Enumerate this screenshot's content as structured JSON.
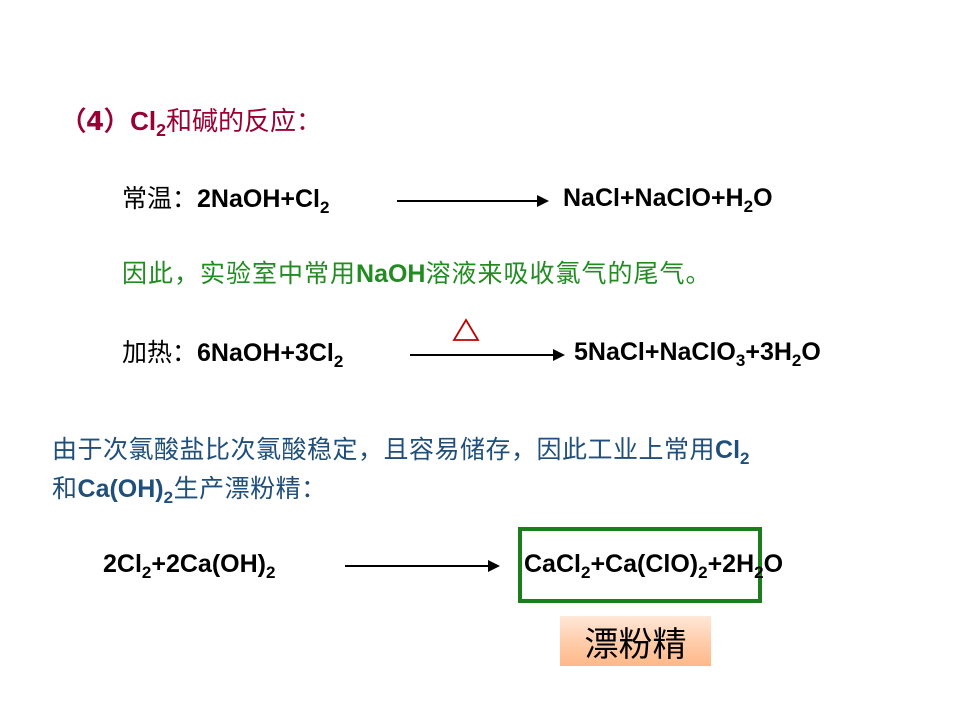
{
  "heading": {
    "prefix": "（4）",
    "cl": "Cl",
    "cl_sub": "2",
    "suffix": "和碱的反应："
  },
  "room_temp": {
    "label": "常温：",
    "reactants": "2NaOH+Cl",
    "reactants_sub": "2",
    "products_a": "NaCl+NaClO+H",
    "products_sub": "2",
    "products_b": "O"
  },
  "note": {
    "text_a": "因此，实验室中常用",
    "naoh": "NaOH",
    "text_b": "溶液来吸收氯气的尾气。"
  },
  "heating": {
    "label": "加热：",
    "condition": "△",
    "reactants": "6NaOH+3Cl",
    "reactants_sub": "2",
    "p1": "5NaCl+NaClO",
    "p1_sub": "3",
    "p2": "+3H",
    "p2_sub": "2",
    "p3": "O"
  },
  "explanation": {
    "line1": "由于次氯酸盐比次氯酸稳定，且容易储存，因此工业上常用",
    "cl": "Cl",
    "cl_sub": "2",
    "line2_a": "和",
    "caoh": "Ca(OH)",
    "caoh_sub": "2",
    "line2_b": "生产漂粉精："
  },
  "industrial": {
    "r1": "2Cl",
    "r1_sub": "2",
    "r2": "+2Ca(OH)",
    "r2_sub": "2",
    "p1": "CaCl",
    "p1_sub": "2",
    "p2": "+Ca(ClO)",
    "p2_sub": "2",
    "p3": "+2H",
    "p3_sub": "2",
    "p4": "O"
  },
  "bleach_label": "漂粉精",
  "colors": {
    "heading": "#990033",
    "green": "#228b22",
    "blue": "#1f4f7a",
    "box_border": "#1a7f1a",
    "triangle": "#c00000"
  }
}
